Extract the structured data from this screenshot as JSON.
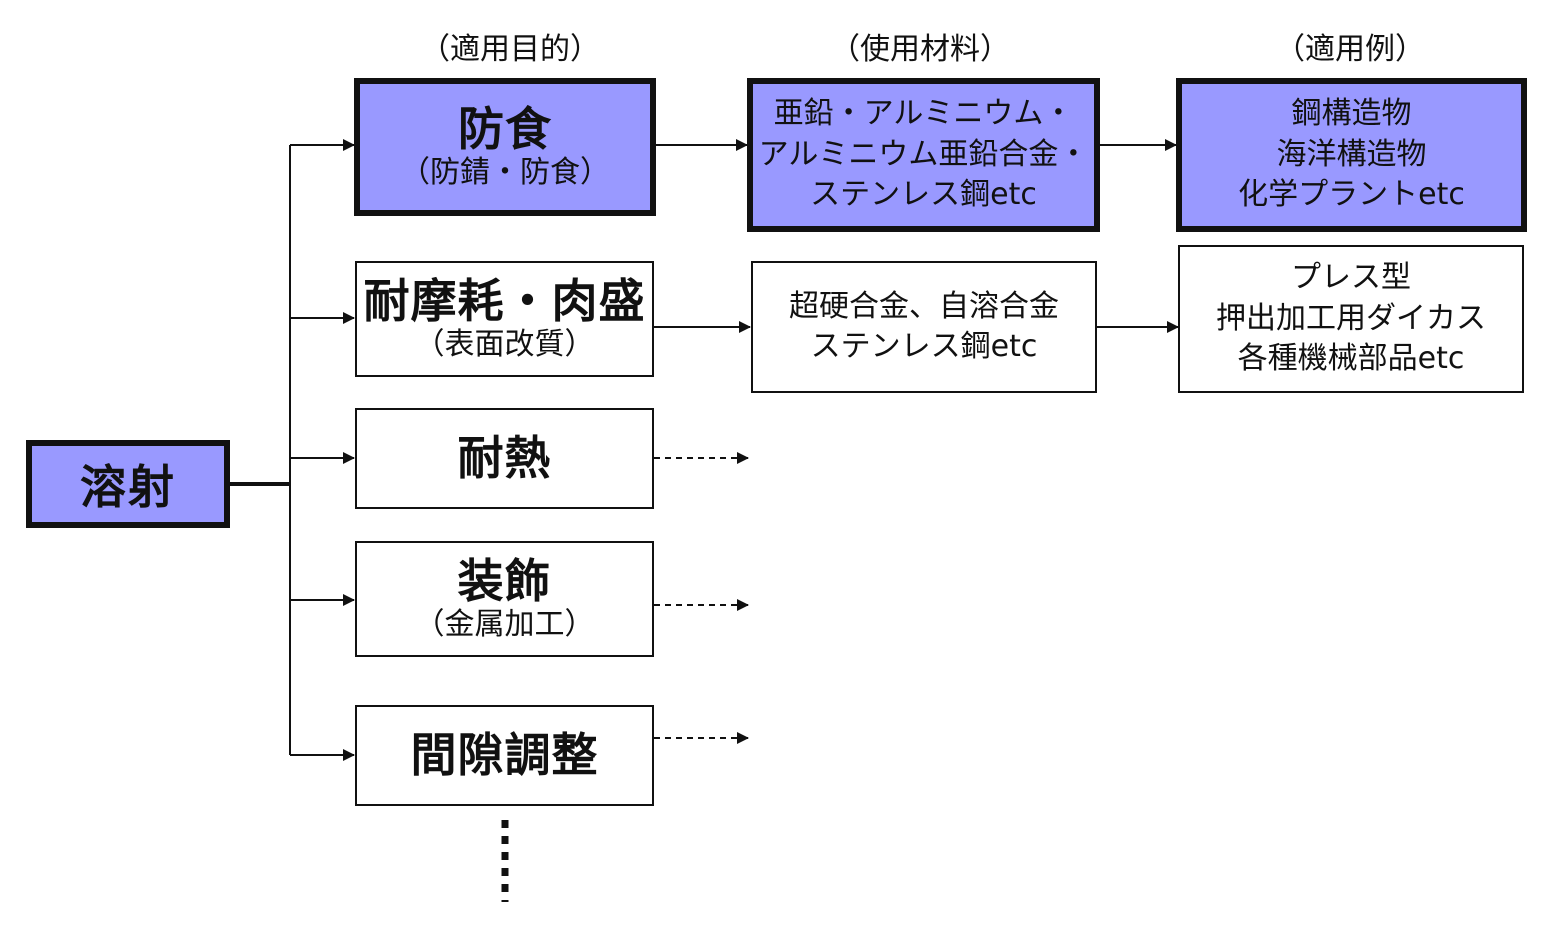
{
  "headers": {
    "purpose": "（適用目的）",
    "material": "（使用材料）",
    "example": "（適用例）"
  },
  "root": "溶射",
  "purposes": [
    {
      "title": "防食",
      "sub": "（防錆・防食）"
    },
    {
      "title": "耐摩耗・肉盛",
      "sub": "（表面改質）"
    },
    {
      "title": "耐熱",
      "sub": ""
    },
    {
      "title": "装飾",
      "sub": "（金属加工）"
    },
    {
      "title": "間隙調整",
      "sub": ""
    }
  ],
  "materials": [
    "亜鉛・アルミニウム・\nアルミニウム亜鉛合金・\nステンレス鋼etc",
    "超硬合金、自溶合金\nステンレス鋼etc"
  ],
  "examples": [
    "鋼構造物\n海洋構造物\n化学プラントetc",
    "プレス型\n押出加工用ダイカス\n各種機械部品etc"
  ],
  "colors": {
    "highlight": "#9999ff",
    "line": "#111111"
  }
}
